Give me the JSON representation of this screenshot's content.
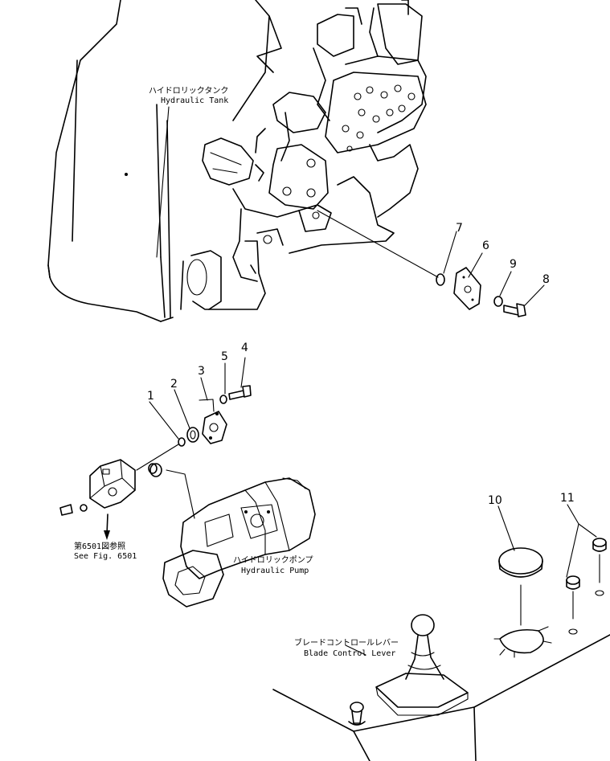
{
  "labels": {
    "hydraulic_tank_jp": "ハイドロリックタンク",
    "hydraulic_tank_en": "Hydraulic Tank",
    "hydraulic_pump_jp": "ハイドロリックポンプ",
    "hydraulic_pump_en": "Hydraulic Pump",
    "blade_lever_jp": "ブレードコントロールレバー",
    "blade_lever_en": "Blade Control Lever",
    "see_fig_jp": "第6501図参照",
    "see_fig_en": "See Fig. 6501"
  },
  "callouts": [
    "1",
    "2",
    "3",
    "4",
    "5",
    "6",
    "7",
    "8",
    "9",
    "10",
    "11"
  ]
}
